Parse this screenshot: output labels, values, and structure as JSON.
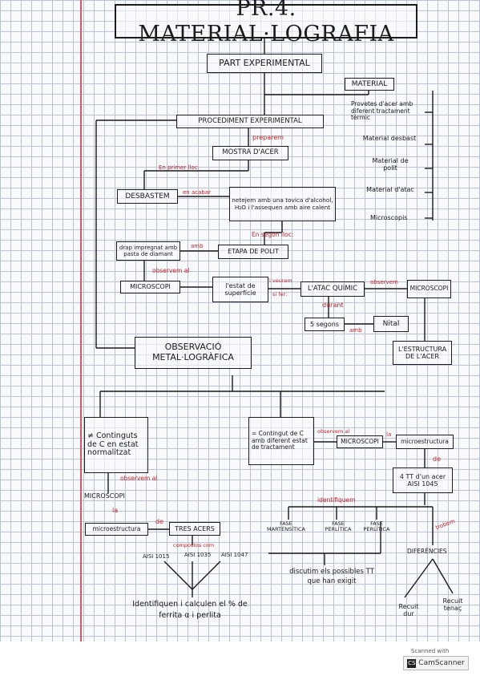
{
  "title": "PR.4. MATERIAL·LOGRAFIA",
  "nodes": {
    "part_experimental": "PART EXPERIMENTAL",
    "material": "MATERIAL",
    "material_items": [
      "Provetes d'acer amb diferent tractament tèrmic",
      "Material desbast",
      "Material de polit",
      "Material d'atac",
      "Microscopis"
    ],
    "procediment": "PROCEDIMENT EXPERIMENTAL",
    "mostra": "MOSTRA D'ACER",
    "desbastem": "DESBASTEM",
    "netejem": "netejem amb una tovica d'alcohol, H₂O i l'assequen amb aire calent",
    "drap": "drap impregnat amb pasta de diamant",
    "etapa_polit": "ETAPA DE POLIT",
    "microscopi1": "MICROSCOPI",
    "estat_superficie": "l'estat de superfície",
    "atac_quimic": "L'ATAC QUÍMIC",
    "microscopi2": "MICROSCOPI",
    "segons5": "5 segons",
    "nital": "Nital",
    "estructura_acer": "L'ESTRUCTURA DE L'ACER",
    "observacio": "OBSERVACIÓ METAL·LOGRÀFICA",
    "continguts_c": "≠ Continguts de C en estat normalitzat",
    "microscopi3": "MICROSCOPI",
    "microestructura1": "microestructura",
    "tres_acers": "TRES ACERS",
    "aisi": [
      "AISI 1015",
      "AISI 1035",
      "AISI 1047"
    ],
    "identifiquen": "Identifiquen i calculen el % de ferrita α i perlita",
    "contingut_eq": "= Contingut de C amb diferent estat de tractament",
    "microscopi4": "MICROSCOPI",
    "microestructura2": "microestructura",
    "tt4": "4 TT d'un acer AISI 1045",
    "fases": [
      "FASE MARTENSÍTICA",
      "FASE PERLÍTICA",
      "FASE PERLÍTICA"
    ],
    "diferencies": "DIFERÈNCIES",
    "discutim": "discutim els possibles TT que han exigit",
    "recuit_dur": "Recuit dur",
    "recuit_tenaç": "Recuit tenaç"
  },
  "connectors": {
    "preparem": "preparem",
    "primer_lloc": "En primer lloc:",
    "en_acabar": "en acabar",
    "segon_lloc": "En segon lloc:",
    "amb": "amb",
    "observem_al": "observem al",
    "i_veurem": "i veurem",
    "si_fer": "si fer:",
    "observem": "observem",
    "durant": "durant",
    "amb2": "amb",
    "observem_al2": "observem al",
    "la": "la",
    "de": "de",
    "observem_al3": "observem al",
    "la2": "la",
    "de2": "de",
    "identifiquem": "identifiquem",
    "trobem": "trobem",
    "compostos_com": "compostos com"
  },
  "logo": {
    "line1": "Scanned with",
    "line2": "CamScanner"
  },
  "colors": {
    "ink": "#1b1b1b",
    "red_ink": "#c0232b",
    "grid": "#b9c3d4",
    "margin": "#d35a63"
  }
}
